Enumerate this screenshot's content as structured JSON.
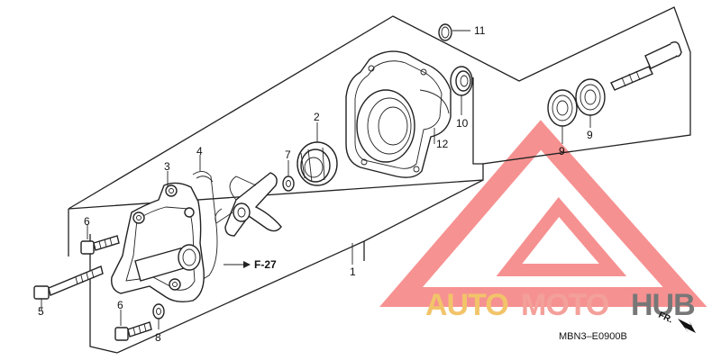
{
  "diagram": {
    "callouts": {
      "c1": "1",
      "c2": "2",
      "c3": "3",
      "c4": "4",
      "c5": "5",
      "c6a": "6",
      "c6b": "6",
      "c7": "7",
      "c8": "8",
      "c9a": "9",
      "c9b": "9",
      "c10": "10",
      "c11": "11",
      "c12": "12"
    },
    "reference": "F-27",
    "direction": "FR.",
    "drawing_code": "MBN3–E0900B"
  },
  "watermark": {
    "part1": "AUTO",
    "part2": "MOTO",
    "part3": "HUB",
    "colors": {
      "auto": "#f2c46a",
      "moto": "#f4a09a",
      "hub": "#777777",
      "triangle": "#f46d6d"
    }
  }
}
